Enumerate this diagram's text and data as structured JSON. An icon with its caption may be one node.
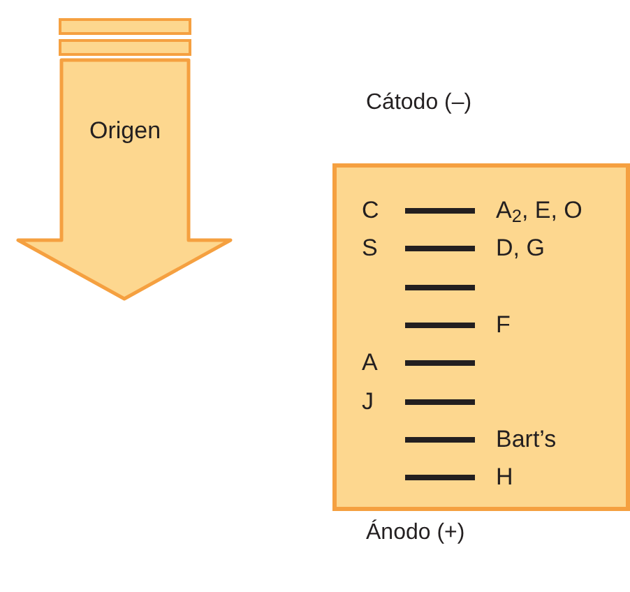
{
  "diagram": {
    "nodes": [
      {
        "text": [
          "Origen"
        ]
      },
      {
        "text": [
          "C",
          "A$_{2}$, E, O",
          "S",
          "D, G",
          "F",
          "A",
          "J",
          "Bart’s",
          "H"
        ]
      }
    ],
    "edges": [],
    "labels": [
      "Cátodo (–)",
      "Ánodo (+)"
    ]
  }
}
